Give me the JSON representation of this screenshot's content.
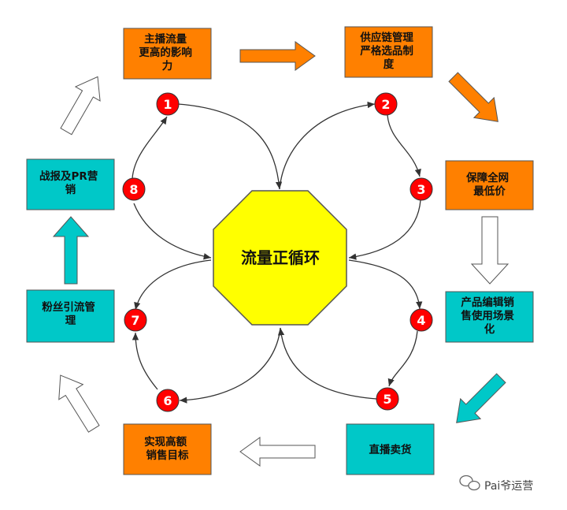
{
  "center": {
    "label": "流量正循环"
  },
  "boxes": {
    "b1": {
      "lines": [
        "主播流量",
        "更高的影响",
        "力"
      ]
    },
    "b2": {
      "lines": [
        "供应链管理",
        "严格选品制",
        "度"
      ]
    },
    "b3": {
      "lines": [
        "保障全网",
        "最低价"
      ]
    },
    "b4": {
      "lines": [
        "产品编辑销",
        "售使用场景",
        "化"
      ]
    },
    "b5": {
      "lines": [
        "直播卖货"
      ]
    },
    "b6": {
      "lines": [
        "实现高额",
        "销售目标"
      ]
    },
    "b7": {
      "lines": [
        "粉丝引流管",
        "理"
      ]
    },
    "b8": {
      "lines": [
        "战报及PR营",
        "销"
      ]
    }
  },
  "markers": [
    "1",
    "2",
    "3",
    "4",
    "5",
    "6",
    "7",
    "8"
  ],
  "watermark": {
    "text": "Pai爷运营"
  },
  "colors": {
    "orange": "#FF8000",
    "teal": "#00C8C8",
    "octagon": "#FFFF00",
    "marker": "#FF0000"
  }
}
